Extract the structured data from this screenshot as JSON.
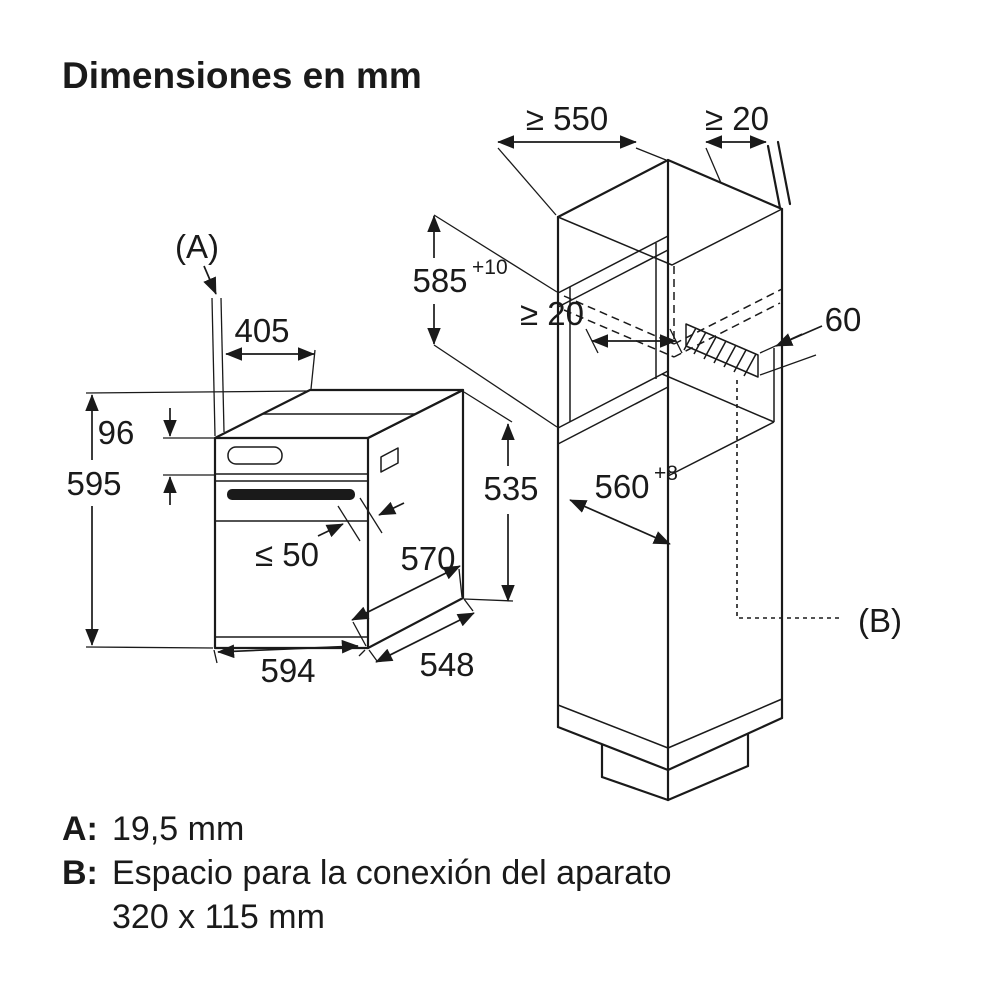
{
  "title": "Dimensiones en mm",
  "diagram": {
    "oven": {
      "a_label": "(A)",
      "top_depth": "405",
      "panel_height": "96",
      "height": "595",
      "handle_depth": "≤ 50",
      "depth_with_door": "570",
      "width": "594",
      "depth": "548",
      "rear_height": "535"
    },
    "cabinet": {
      "min_depth": "≥ 550",
      "min_rear_gap": "≥ 20",
      "niche_height": "585",
      "niche_height_tolerance": "+10",
      "min_clearance": "≥ 20",
      "vent_width": "60",
      "niche_depth": "560",
      "niche_depth_tolerance": "+8",
      "b_label": "(B)"
    }
  },
  "legend": {
    "a_key": "A:",
    "a_value": "19,5 mm",
    "b_key": "B:",
    "b_value": "Espacio para la conexión del aparato",
    "b_value_2": "320 x 115 mm"
  },
  "colors": {
    "line": "#1a1a1a",
    "background": "#ffffff"
  }
}
